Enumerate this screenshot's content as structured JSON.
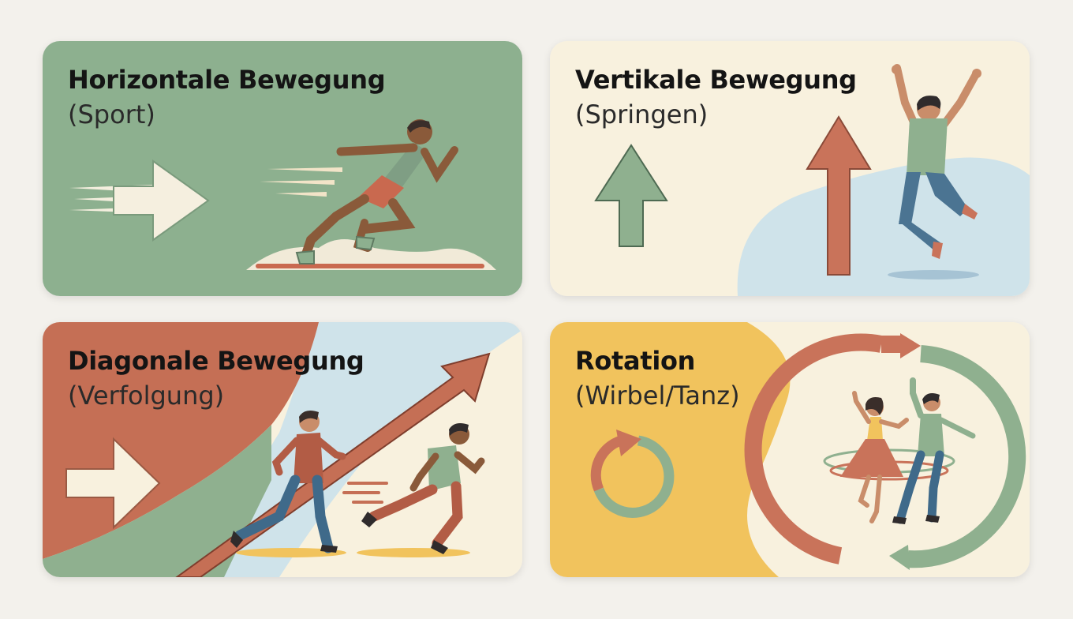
{
  "cards": [
    {
      "id": "horizontal",
      "title": "Horizontale Bewegung",
      "subtitle": "(Sport)",
      "colors": {
        "background": "#8db08f",
        "arrow": "#f5efdf",
        "accent": "#c9694f"
      }
    },
    {
      "id": "vertical",
      "title": "Vertikale Bewegung",
      "subtitle": "(Springen)",
      "colors": {
        "background": "#f8f1de",
        "arrow_small": "#8fb08f",
        "arrow_large": "#c9735a",
        "blob": "#cfe3ea"
      }
    },
    {
      "id": "diagonal",
      "title": "Diagonale Bewegung",
      "subtitle": "(Verfolgung)",
      "colors": {
        "terracotta": "#c56f55",
        "green": "#8fb08f",
        "sky": "#cfe3ea",
        "cream": "#f8f1de"
      }
    },
    {
      "id": "rotation",
      "title": "Rotation",
      "subtitle": "(Wirbel/Tanz)",
      "colors": {
        "yellow": "#f1c35d",
        "cream": "#f8f1de",
        "terracotta": "#c9735a",
        "green": "#8fb08f"
      }
    }
  ]
}
